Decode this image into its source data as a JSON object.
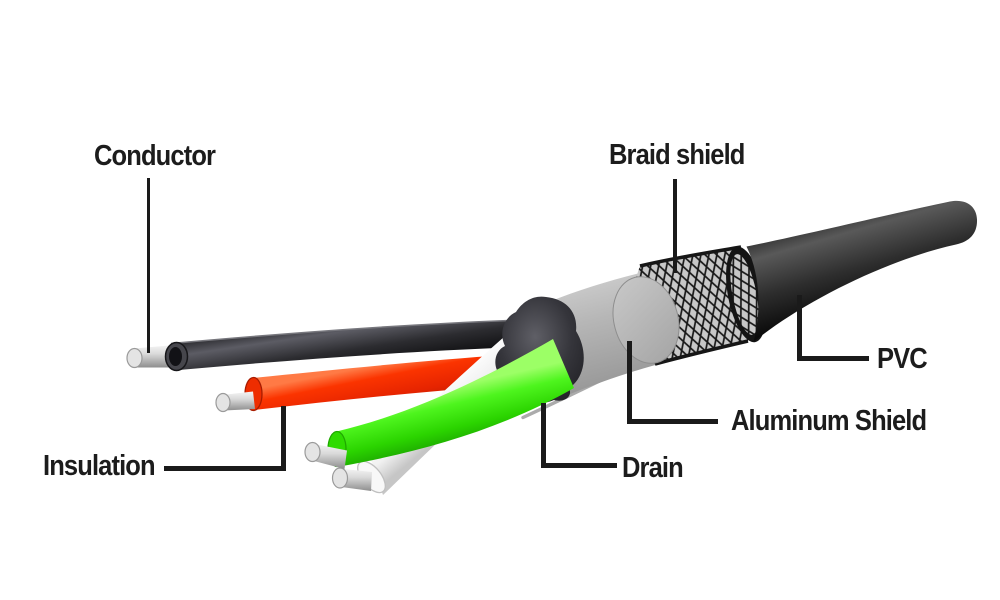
{
  "diagram": {
    "type": "cable-anatomy-diagram",
    "labels": {
      "conductor": "Conductor",
      "braid_shield": "Braid shield",
      "pvc": "PVC",
      "aluminum_shield": "Aluminum Shield",
      "drain": "Drain",
      "insulation": "Insulation"
    },
    "colors": {
      "background": "#ffffff",
      "label_text": "#1c1c1c",
      "leader_line": "#1a1a1a",
      "wire_black_insulation": "#2c2c30",
      "wire_red_insulation": "#f32b00",
      "wire_green_insulation": "#2ed800",
      "wire_white_insulation": "#ffffff",
      "conductor_silver": "#d9d9d9",
      "aluminum_shield_gray": "#b4b4b4",
      "braid_background": "#c8c8c8",
      "braid_hatch": "#181818",
      "pvc_jacket": "#111111"
    }
  }
}
